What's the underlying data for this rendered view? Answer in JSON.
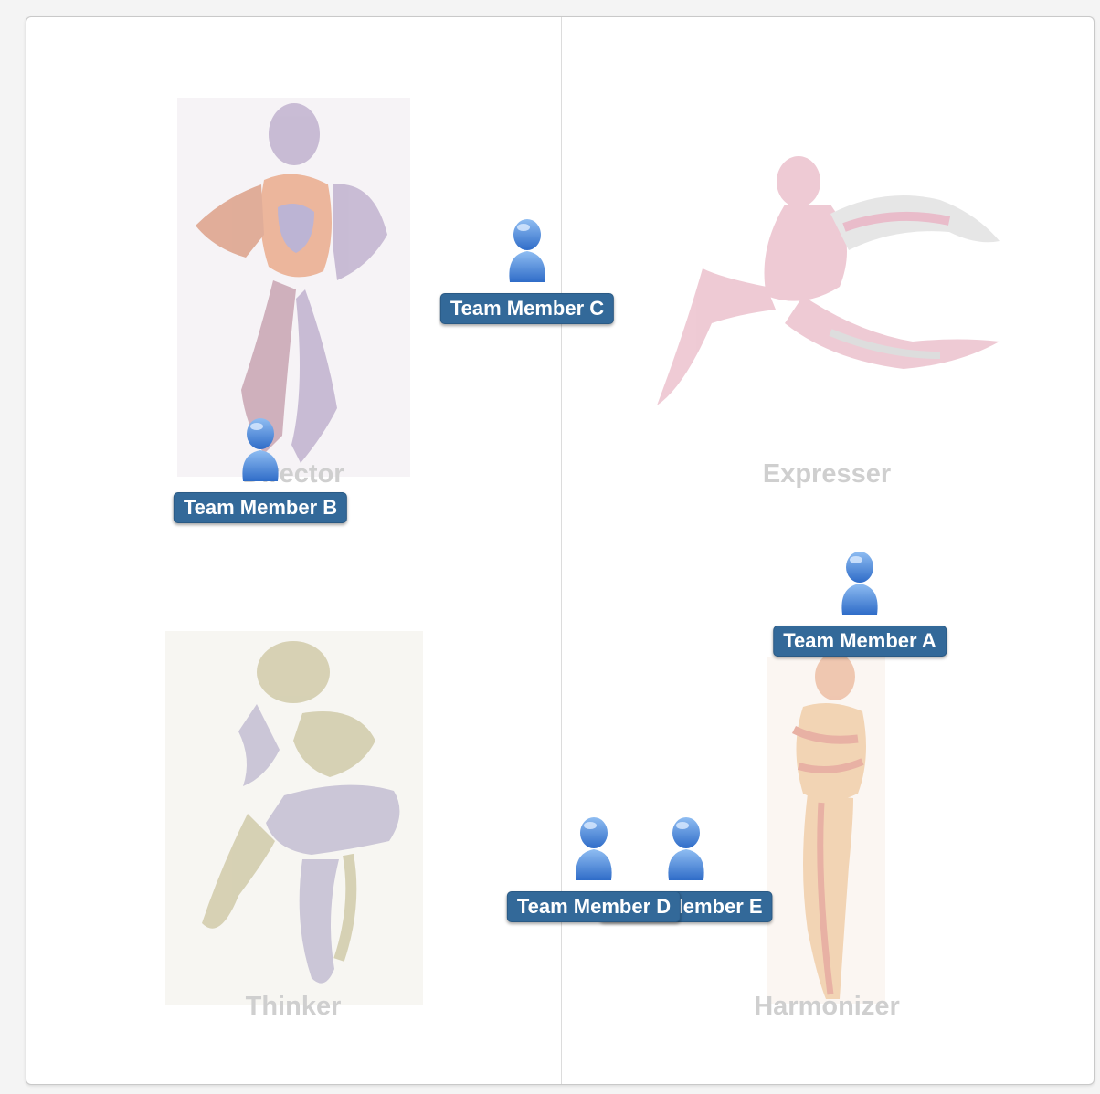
{
  "quadrants": {
    "director": {
      "label": "Director"
    },
    "expresser": {
      "label": "Expresser"
    },
    "thinker": {
      "label": "Thinker"
    },
    "harmonizer": {
      "label": "Harmonizer"
    }
  },
  "members": {
    "a": {
      "label": "Team Member A"
    },
    "b": {
      "label": "Team Member B"
    },
    "c": {
      "label": "Team Member C"
    },
    "d": {
      "label": "Team Member D"
    },
    "e": {
      "label": "Team Member E"
    }
  },
  "icons": {
    "person": "person-icon"
  },
  "colors": {
    "tag_background": "#336999",
    "tag_text": "#ffffff",
    "person_icon": "#4a86d8",
    "quadrant_label": "#cfcfcf",
    "divider": "#dcdcdc"
  }
}
